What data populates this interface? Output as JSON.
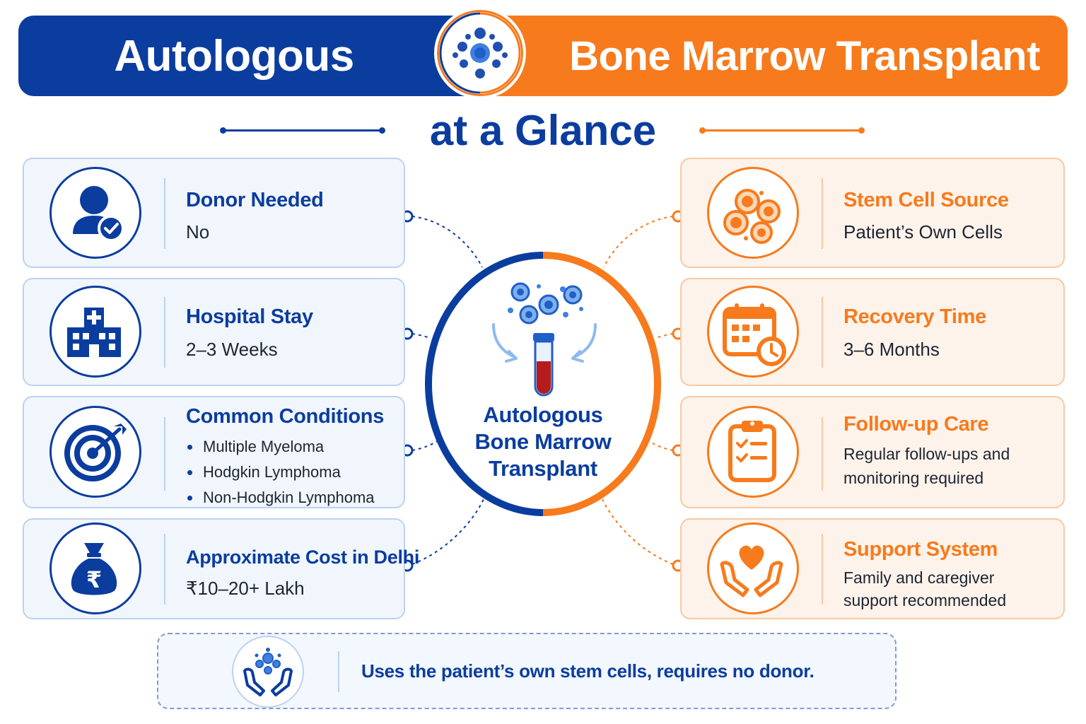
{
  "header": {
    "title_left": "Autologous",
    "title_right": "Bone Marrow Transplant",
    "subtitle": "at a Glance"
  },
  "center": {
    "label_line1": "Autologous",
    "label_line2": "Bone Marrow",
    "label_line3": "Transplant"
  },
  "left_cards": [
    {
      "title": "Donor Needed",
      "value": "No",
      "icon": "user-check-icon"
    },
    {
      "title": "Hospital Stay",
      "value": "2–3 Weeks",
      "icon": "hospital-icon"
    },
    {
      "title": "Common Conditions",
      "items": [
        "Multiple Myeloma",
        "Hodgkin Lymphoma",
        "Non-Hodgkin Lymphoma"
      ],
      "icon": "target-icon"
    },
    {
      "title": "Approximate Cost in Delhi",
      "value": "₹10–20+ Lakh",
      "icon": "money-bag-icon",
      "icon_glyph": "₹"
    }
  ],
  "right_cards": [
    {
      "title": "Stem Cell Source",
      "value": "Patient’s Own Cells",
      "icon": "cells-icon"
    },
    {
      "title": "Recovery Time",
      "value": "3–6 Months",
      "icon": "calendar-clock-icon"
    },
    {
      "title": "Follow-up Care",
      "value_line1": "Regular follow-ups and",
      "value_line2": "monitoring required",
      "icon": "clipboard-checklist-icon"
    },
    {
      "title": "Support System",
      "value_line1": "Family and caregiver",
      "value_line2": "support recommended",
      "icon": "hands-heart-icon"
    }
  ],
  "footer": {
    "text": "Uses the patient’s own stem cells, requires no donor.",
    "icon": "hands-cells-icon"
  },
  "colors": {
    "primary_blue": "#0b3d9f",
    "accent_orange": "#f77a1c",
    "blood_red": "#b71c1c"
  }
}
